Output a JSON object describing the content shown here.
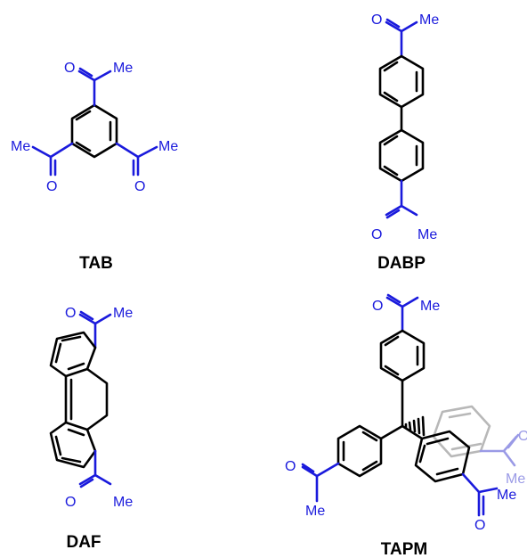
{
  "compounds": [
    {
      "id": "tab",
      "name": "TAB"
    },
    {
      "id": "dabp",
      "name": "DABP"
    },
    {
      "id": "daf",
      "name": "DAF"
    },
    {
      "id": "tapm",
      "name": "TAPM"
    }
  ],
  "atoms": {
    "oxygen": "O",
    "methyl": "Me"
  },
  "colors": {
    "bond": "#000000",
    "acetyl": "#1a1adc",
    "ghost_bond": "#b8b8b8",
    "ghost_acetyl": "#9a9ae6"
  }
}
